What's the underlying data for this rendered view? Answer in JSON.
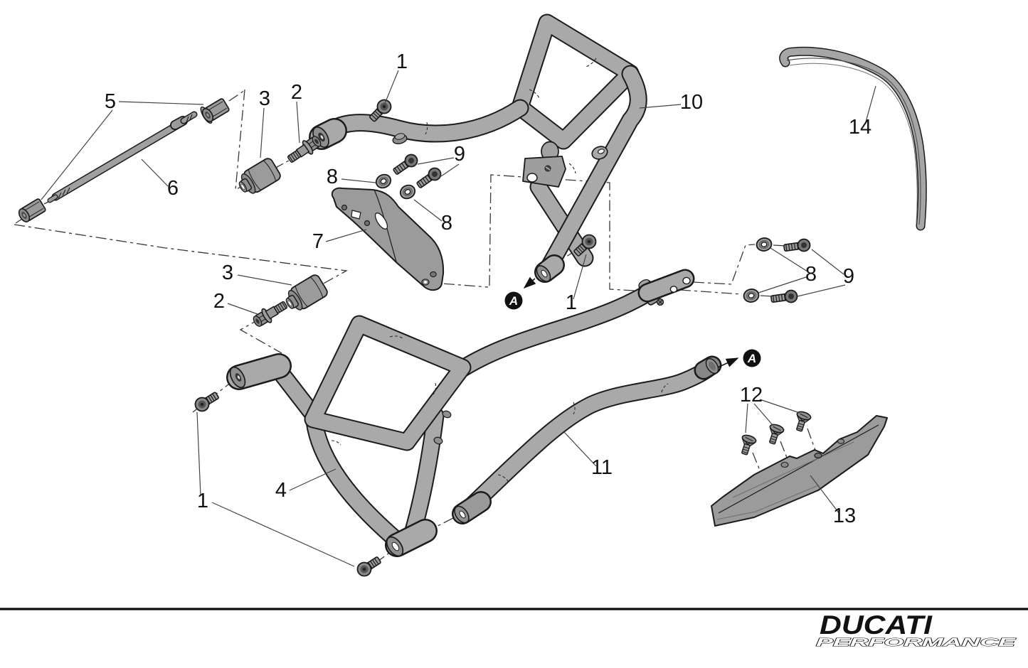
{
  "figure": {
    "kind": "exploded-parts-diagram",
    "background": "#ffffff"
  },
  "colors": {
    "tube_fill": "#a9a9a9",
    "outline": "#1b1b1b",
    "metal": "#9a9a9a",
    "dark_metal": "#6f6f6f",
    "label_text": "#111111",
    "marker_bg": "#111111",
    "marker_text": "#ffffff",
    "rule_line": "#0d0d0d"
  },
  "callouts": [
    {
      "text": "1"
    },
    {
      "text": "2"
    },
    {
      "text": "3"
    },
    {
      "text": "5"
    },
    {
      "text": "6"
    },
    {
      "text": "1"
    },
    {
      "text": "8"
    },
    {
      "text": "9"
    },
    {
      "text": "8"
    },
    {
      "text": "7"
    },
    {
      "text": "10"
    },
    {
      "text": "14"
    },
    {
      "text": "3"
    },
    {
      "text": "2"
    },
    {
      "text": "1"
    },
    {
      "text": "4"
    },
    {
      "text": "11"
    },
    {
      "text": "8"
    },
    {
      "text": "9"
    },
    {
      "text": "12"
    },
    {
      "text": "13"
    }
  ],
  "markers": [
    {
      "text": "A"
    },
    {
      "text": "A"
    }
  ],
  "logo": {
    "brand": "DUCATI",
    "subbrand": "PERFORMANCE"
  }
}
